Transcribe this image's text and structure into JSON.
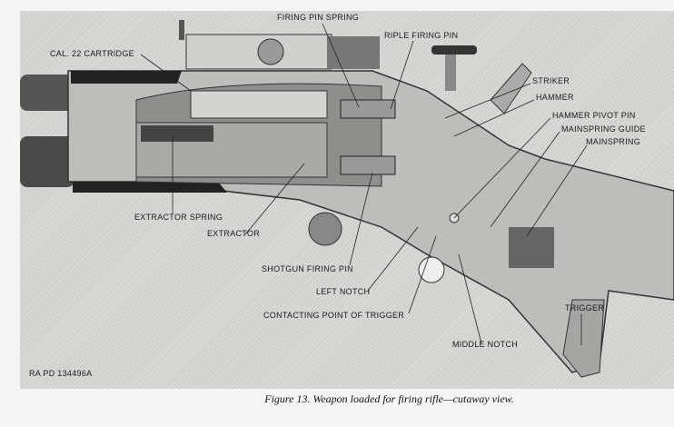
{
  "figure": {
    "caption": "Figure 13. Weapon loaded for firing rifle—cutaway view.",
    "plate_code": "RA PD 134496A",
    "labels": {
      "firing_pin_spring": "FIRING PIN SPRING",
      "rifle_firing_pin": "RIPLE FIRING PIN",
      "cartridge": "CAL. 22 CARTRIDGE",
      "striker": "STRIKER",
      "hammer": "HAMMER",
      "hammer_pivot_pin": "HAMMER PIVOT PIN",
      "mainspring_guide": "MAINSPRING GUIDE",
      "mainspring": "MAINSPRING",
      "extractor_spring": "EXTRACTOR SPRING",
      "extractor": "EXTRACTOR",
      "shotgun_firing_pin": "SHOTGUN FIRING PIN",
      "left_notch": "LEFT NOTCH",
      "contacting_point": "CONTACTING POINT OF TRIGGER",
      "trigger": "TRIGGER",
      "middle_notch": "MIDDLE NOTCH"
    }
  }
}
